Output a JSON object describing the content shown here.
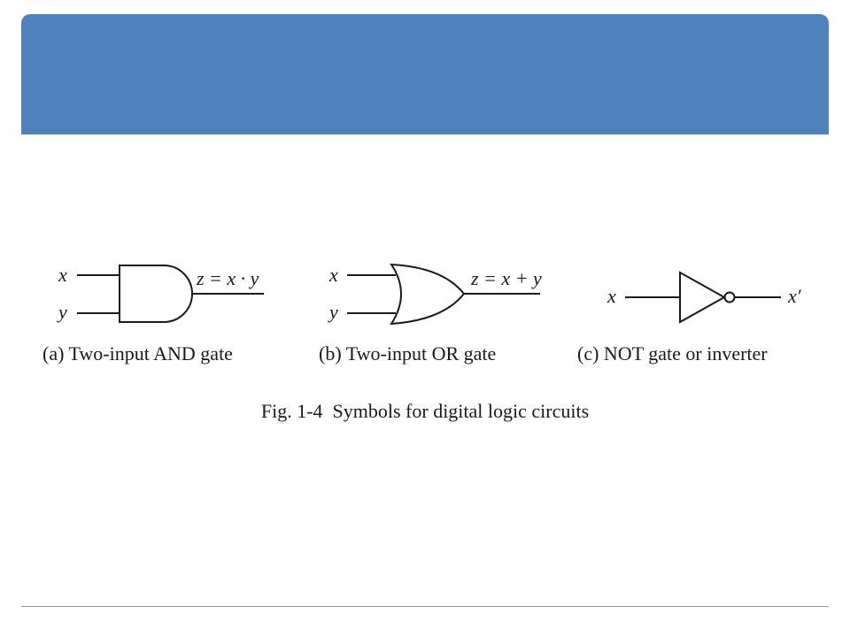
{
  "slide": {
    "header_color": "#4f81bd",
    "footer_rule_color": "#7a9cc6"
  },
  "figure": {
    "and_gate": {
      "input_top": "x",
      "input_bottom": "y",
      "output": "z = x · y",
      "caption": "(a) Two-input AND gate"
    },
    "or_gate": {
      "input_top": "x",
      "input_bottom": "y",
      "output": "z = x + y",
      "caption": "(b) Two-input OR gate"
    },
    "not_gate": {
      "input": "x",
      "output": "x′",
      "caption": "(c) NOT gate or inverter"
    },
    "caption": "Fig. 1-4  Symbols for digital logic circuits"
  }
}
